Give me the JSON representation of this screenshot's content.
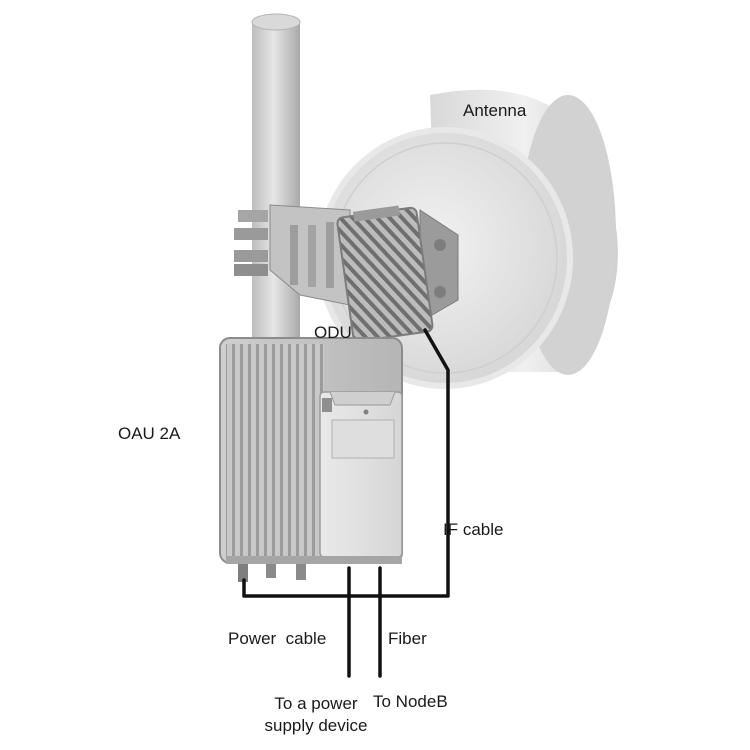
{
  "labels": {
    "antenna": "Antenna",
    "odu": "ODU",
    "oau": "OAU 2A",
    "if_cable": "IF cable",
    "power_cable": "Power  cable",
    "fiber": "Fiber",
    "to_power_supply_line1": "To a power",
    "to_power_supply_line2": "supply device",
    "to_nodeb": "To NodeB"
  },
  "colors": {
    "background": "#ffffff",
    "cable": "#111111",
    "metal_light": "#e4e4e4",
    "metal_mid": "#c9c9c9",
    "metal_dark": "#8c8c8c",
    "text": "#1a1a1a"
  }
}
